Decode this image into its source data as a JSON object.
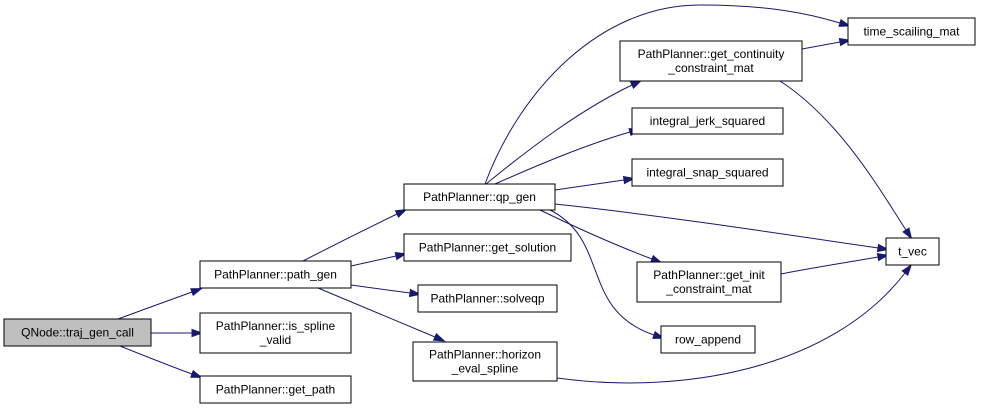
{
  "graph": {
    "nodes": [
      {
        "id": "qnode",
        "lines": [
          "QNode::traj_gen_call"
        ],
        "root": true
      },
      {
        "id": "path_gen",
        "lines": [
          "PathPlanner::path_gen"
        ]
      },
      {
        "id": "is_spline_valid",
        "lines": [
          "PathPlanner::is_spline",
          "_valid"
        ]
      },
      {
        "id": "get_path",
        "lines": [
          "PathPlanner::get_path"
        ]
      },
      {
        "id": "qp_gen",
        "lines": [
          "PathPlanner::qp_gen"
        ]
      },
      {
        "id": "get_solution",
        "lines": [
          "PathPlanner::get_solution"
        ]
      },
      {
        "id": "solveqp",
        "lines": [
          "PathPlanner::solveqp"
        ]
      },
      {
        "id": "horizon_eval_spline",
        "lines": [
          "PathPlanner::horizon",
          "_eval_spline"
        ]
      },
      {
        "id": "get_continuity",
        "lines": [
          "PathPlanner::get_continuity",
          "_constraint_mat"
        ]
      },
      {
        "id": "integral_jerk",
        "lines": [
          "integral_jerk_squared"
        ]
      },
      {
        "id": "integral_snap",
        "lines": [
          "integral_snap_squared"
        ]
      },
      {
        "id": "get_init",
        "lines": [
          "PathPlanner::get_init",
          "_constraint_mat"
        ]
      },
      {
        "id": "row_append",
        "lines": [
          "row_append"
        ]
      },
      {
        "id": "time_scailing",
        "lines": [
          "time_scailing_mat"
        ]
      },
      {
        "id": "t_vec",
        "lines": [
          "t_vec"
        ]
      }
    ],
    "edges": [
      {
        "from": "qnode",
        "to": "path_gen"
      },
      {
        "from": "qnode",
        "to": "is_spline_valid"
      },
      {
        "from": "qnode",
        "to": "get_path"
      },
      {
        "from": "path_gen",
        "to": "qp_gen"
      },
      {
        "from": "path_gen",
        "to": "get_solution"
      },
      {
        "from": "path_gen",
        "to": "solveqp"
      },
      {
        "from": "path_gen",
        "to": "horizon_eval_spline"
      },
      {
        "from": "qp_gen",
        "to": "time_scailing"
      },
      {
        "from": "qp_gen",
        "to": "get_continuity"
      },
      {
        "from": "qp_gen",
        "to": "integral_jerk"
      },
      {
        "from": "qp_gen",
        "to": "integral_snap"
      },
      {
        "from": "qp_gen",
        "to": "t_vec"
      },
      {
        "from": "qp_gen",
        "to": "get_init"
      },
      {
        "from": "qp_gen",
        "to": "row_append"
      },
      {
        "from": "get_continuity",
        "to": "time_scailing"
      },
      {
        "from": "get_continuity",
        "to": "t_vec"
      },
      {
        "from": "get_init",
        "to": "t_vec"
      },
      {
        "from": "horizon_eval_spline",
        "to": "t_vec"
      }
    ]
  },
  "colors": {
    "edge": "#191970",
    "node_border": "#000000",
    "node_fill": "#ffffff",
    "root_fill": "#bfbfbf"
  }
}
